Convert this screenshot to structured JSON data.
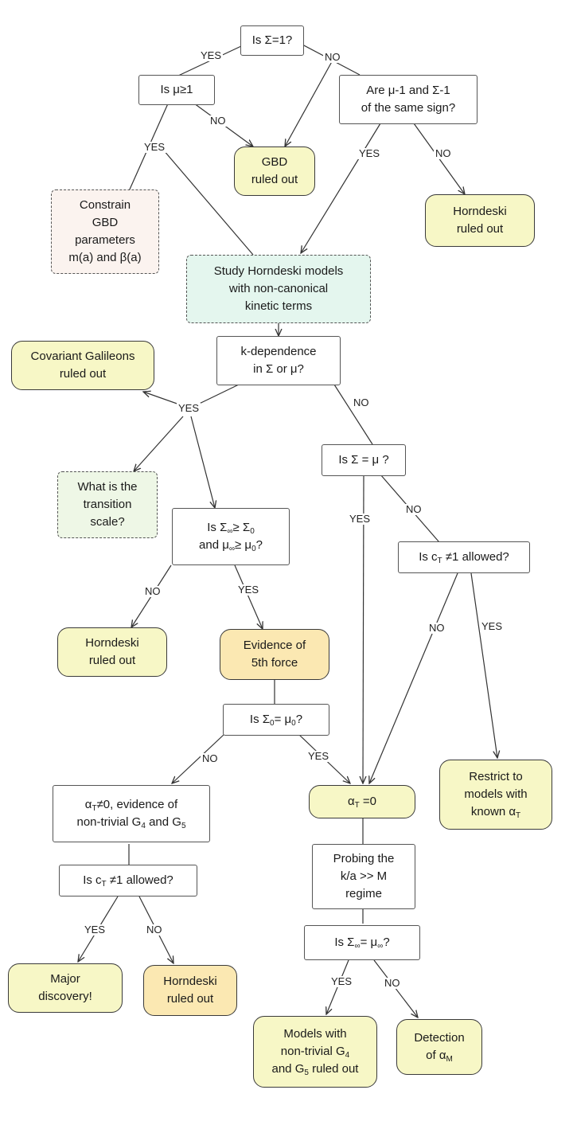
{
  "colors": {
    "outcome_yellow": "#f7f7c6",
    "outcome_orange": "#fbe8b2",
    "action_pink": "#fbf3ef",
    "study_teal": "#e4f6ee",
    "question_green": "#eef7e6",
    "line": "#333333"
  },
  "nodes": {
    "q_sigma_1": "Is Σ=1?",
    "q_mu_ge_1": "Is μ≥1",
    "q_same_sign": [
      "Are μ-1 and Σ-1",
      "of the same sign?"
    ],
    "gbd_ruled_out": [
      "GBD",
      "ruled out"
    ],
    "constrain_gbd": [
      "Constrain",
      "GBD",
      "parameters",
      "m(a) and β(a)"
    ],
    "horndeski_ruled_out_1": [
      "Horndeski",
      "ruled out"
    ],
    "study_horndeski": [
      "Study Horndeski models",
      "with non-canonical",
      "kinetic terms"
    ],
    "q_k_dependence": [
      "k-dependence",
      "in Σ or μ?"
    ],
    "covariant_galileons": [
      "Covariant Galileons",
      "ruled out"
    ],
    "transition_scale": [
      "What is the",
      "transition",
      "scale?"
    ],
    "q_sigma_eq_mu": "Is Σ = μ ?",
    "q_inf_ge_0": {
      "l1_pre": "Is Σ",
      "l1_mid": "≥ Σ",
      "l1_post": "",
      "l2_pre": "and μ",
      "l2_mid": "≥ μ",
      "l2_post": "?",
      "sub_inf": "∞",
      "sub_0": "0"
    },
    "q_ct_allowed_right": {
      "pre": "Is c",
      "sub": "T",
      "post": " ≠1 allowed?"
    },
    "horndeski_ruled_out_2": [
      "Horndeski",
      "ruled out"
    ],
    "evidence_5th_force": [
      "Evidence of",
      "5th force"
    ],
    "q_sigma0_eq_mu0": {
      "pre": "Is Σ",
      "sub": "0",
      "mid": "= μ",
      "post": "?"
    },
    "alpha_t_nonzero": {
      "l1_pre": "α",
      "l1_sub": "T",
      "l1_post": "≠0, evidence of",
      "l2_pre": "non-trivial G",
      "l2_sub1": "4",
      "l2_mid": " and G",
      "l2_sub2": "5"
    },
    "alpha_t_zero": {
      "pre": "α",
      "sub": "T",
      "post": " =0"
    },
    "restrict_models": {
      "l1": "Restrict to",
      "l2": "models with",
      "l3_pre": "known α",
      "l3_sub": "T"
    },
    "q_ct_allowed_left": {
      "pre": "Is c",
      "sub": "T",
      "post": " ≠1 allowed?"
    },
    "probing_regime": [
      "Probing the",
      "k/a >> M",
      "regime"
    ],
    "q_inf_eq": {
      "pre": "Is Σ",
      "sub": "∞",
      "mid": "= μ",
      "post": "?"
    },
    "major_discovery": [
      "Major",
      "discovery!"
    ],
    "horndeski_ruled_out_3": [
      "Horndeski",
      "ruled out"
    ],
    "models_nontrivial": {
      "l1": "Models with",
      "l2_pre": "non-trivial G",
      "l2_sub": "4",
      "l3_pre": "and G",
      "l3_sub": "5",
      "l3_post": " ruled out"
    },
    "detection_alpha_m": {
      "l1": "Detection",
      "l2_pre": "of α",
      "l2_sub": "M"
    }
  },
  "edge_labels": {
    "yes": "YES",
    "no": "NO"
  }
}
